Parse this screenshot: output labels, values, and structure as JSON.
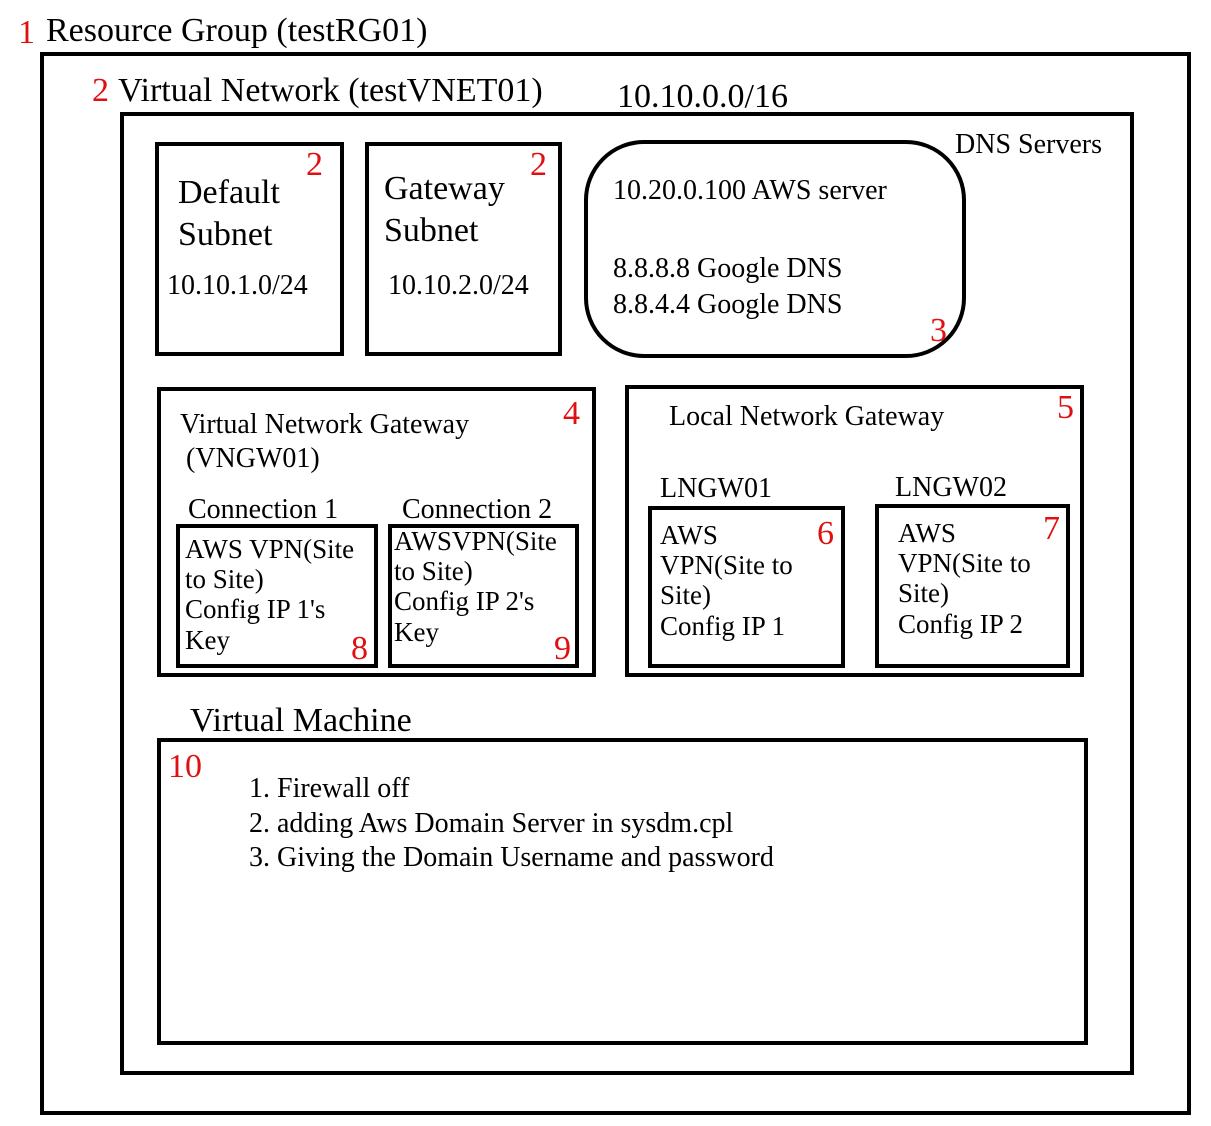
{
  "colors": {
    "number": "#e01010",
    "border": "#000000"
  },
  "resource_group": {
    "number": "1",
    "title": "Resource Group (testRG01)"
  },
  "vnet": {
    "number": "2",
    "title": "Virtual Network (testVNET01)",
    "cidr": "10.10.0.0/16"
  },
  "default_subnet": {
    "number": "2",
    "line1": "Default",
    "line2": "Subnet",
    "cidr": "10.10.1.0/24"
  },
  "gateway_subnet": {
    "number": "2",
    "line1": "Gateway",
    "line2": "Subnet",
    "cidr": "10.10.2.0/24"
  },
  "dns": {
    "label": "DNS Servers",
    "number": "3",
    "entries": [
      "10.20.0.100 AWS server",
      "8.8.8.8 Google DNS",
      "8.8.4.4 Google DNS"
    ]
  },
  "vngw": {
    "number": "4",
    "title": "Virtual Network Gateway",
    "subtitle": "(VNGW01)",
    "conn1": {
      "label": "Connection 1",
      "number": "8",
      "lines": [
        "AWS VPN(Site",
        "to Site)",
        "Config IP 1's",
        "Key"
      ]
    },
    "conn2": {
      "label": "Connection 2",
      "number": "9",
      "lines": [
        "AWSVPN(Site",
        "to Site)",
        "Config IP 2's",
        "Key"
      ]
    }
  },
  "lngw": {
    "number": "5",
    "title": "Local Network Gateway",
    "lngw01": {
      "label": "LNGW01",
      "number": "6",
      "lines": [
        "AWS",
        "VPN(Site to",
        "Site)",
        "Config IP 1"
      ]
    },
    "lngw02": {
      "label": "LNGW02",
      "number": "7",
      "lines": [
        "AWS",
        "VPN(Site to",
        "Site)",
        "Config IP 2"
      ]
    }
  },
  "vm": {
    "title": "Virtual Machine",
    "number": "10",
    "steps": [
      "1. Firewall off",
      "2. adding Aws Domain Server in sysdm.cpl",
      "3. Giving the Domain Username and password"
    ]
  }
}
